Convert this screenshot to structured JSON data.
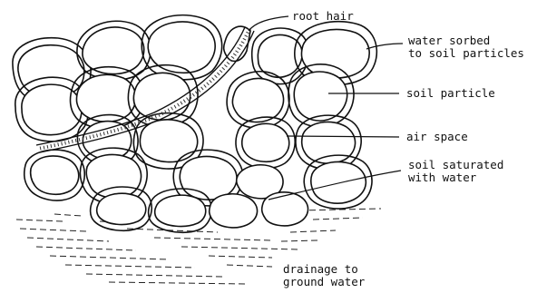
{
  "labels": {
    "root_hair": "root hair",
    "water_sorbed": [
      "water sorbed",
      "to soil particles"
    ],
    "soil_particle": "soil particle",
    "air_space": "air space",
    "soil_saturated": [
      "soil saturated",
      "with water"
    ],
    "drainage": [
      "drainage to",
      "ground water"
    ]
  },
  "colors": {
    "ink": "#111111",
    "background": "#ffffff"
  }
}
